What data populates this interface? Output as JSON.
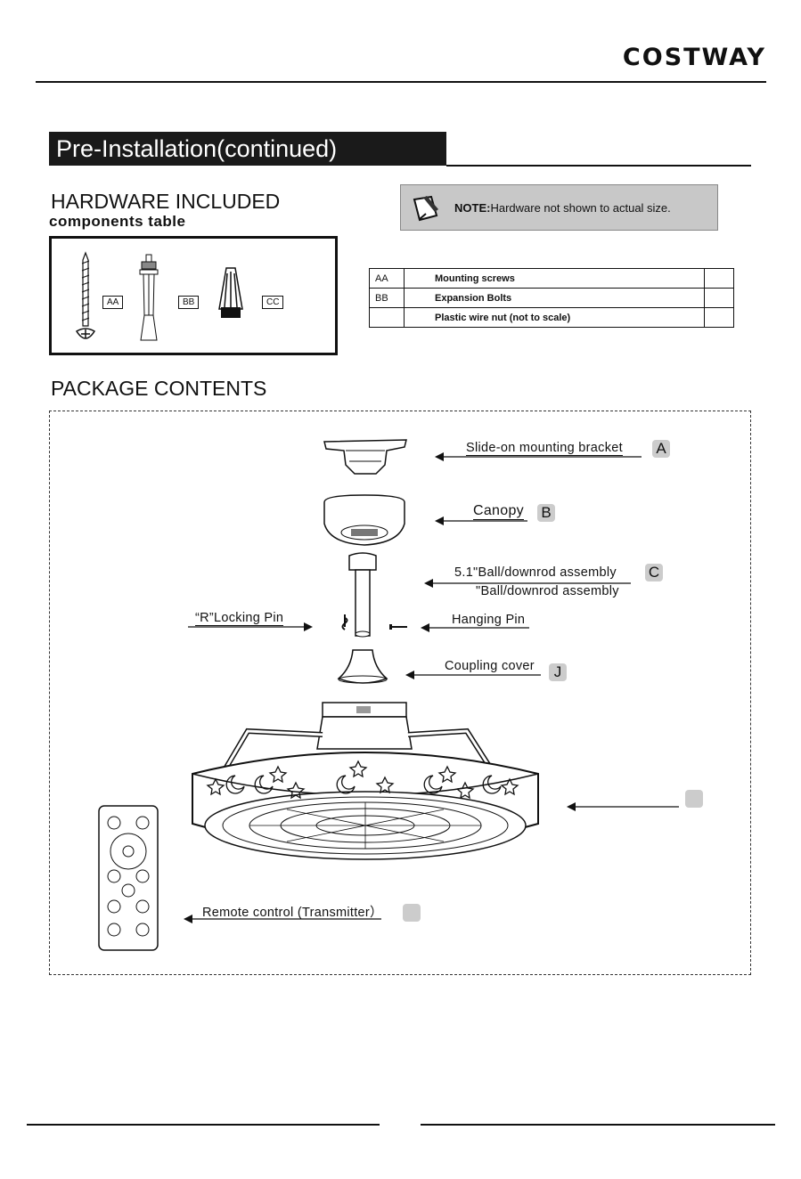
{
  "brand": "COSTWAY",
  "section_title": "Pre-Installation(continued)",
  "hardware": {
    "heading": "HARDWARE INCLUDED",
    "subheading": "components table",
    "note_label": "NOTE:",
    "note_text": "Hardware not shown to actual size.",
    "tags": [
      "AA",
      "BB",
      "CC"
    ],
    "table": [
      {
        "code": "AA",
        "name": "Mounting screws",
        "qty": ""
      },
      {
        "code": "BB",
        "name": "Expansion Bolts",
        "qty": ""
      },
      {
        "code": "",
        "name": "Plastic wire nut (not to scale)",
        "qty": ""
      }
    ]
  },
  "package": {
    "heading": "PACKAGE CONTENTS",
    "items": {
      "bracket": {
        "label": "Slide-on  mounting  bracket",
        "badge": "A"
      },
      "canopy": {
        "label": "Canopy",
        "badge": "B"
      },
      "downrod": {
        "label": "5.1\"Ball/downrod assembly",
        "label2": "\"Ball/downrod assembly",
        "badge": "C"
      },
      "locking_pin": {
        "label": "“R”Locking Pin"
      },
      "hanging_pin": {
        "label": "Hanging Pin"
      },
      "coupling": {
        "label": "Coupling cover",
        "badge": "J"
      },
      "fan": {
        "badge": ""
      },
      "remote": {
        "label": "Remote control (Transmitter）",
        "badge": ""
      }
    }
  }
}
